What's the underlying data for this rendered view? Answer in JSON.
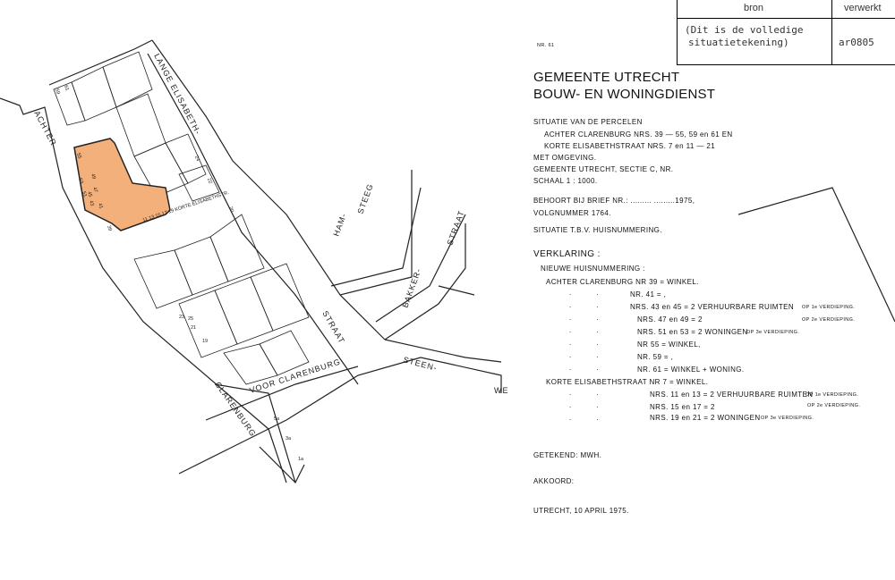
{
  "table": {
    "col_bron": "bron",
    "col_verwerkt": "verwerkt",
    "bron_note_1": "(Dit is de volledige",
    "bron_note_2": "situatietekening)",
    "verwerkt_value": "ar0805"
  },
  "legend": {
    "nr": "NR. 61",
    "org_1": "GEMEENTE UTRECHT",
    "org_2": "BOUW- EN WONINGDIENST",
    "sit_1": "SITUATIE   VAN   DE   PERCELEN",
    "sit_2": "ACHTER CLARENBURG  NRS. 39 — 55, 59 en 61 EN",
    "sit_3": "KORTE ELISABETHSTRAAT NRS. 7 en 11 — 21",
    "sit_4": "MET OMGEVING.",
    "sectie": "GEMEENTE UTRECHT, SECTIE C, NR.",
    "schaal": "SCHAAL  1 : 1000.",
    "brief": "BEHOORT BIJ BRIEF NR.: ......... .........1975,",
    "volgnummer": "VOLGNUMMER 1764.",
    "situatie_tbv": "SITUATIE T.B.V. HUISNUMMERING.",
    "verklaring": "VERKLARING :",
    "nieuwe": "NIEUWE HUISNUMMERING :",
    "row1": "ACHTER CLARENBURG  NR   39    = WINKEL.",
    "row2": "NR.   41   =   ,",
    "row3": "NRS. 43 en 45 = 2  VERHUURBARE  RUIMTEN",
    "row3_note": "OP 1e VERDIEPING.",
    "row4": "NRS. 47 en 49 = 2",
    "row4_note": "OP 2e VERDIEPING.",
    "row5": "NRS. 51 en 53 = 2 WONINGEN",
    "row5_note": "OP 3e VERDIEPING.",
    "row6": "NR   55   = WINKEL,",
    "row7": "NR.   59   =   ,",
    "row8": "NR.   61   = WINKEL + WONING.",
    "row9": "KORTE  ELISABETHSTRAAT  NR      7     = WINKEL.",
    "row10": "NRS. 11 en 13 = 2 VERHUURBARE RUIMTEN",
    "row10_note": "OP 1e VERDIEPING.",
    "row11": "NRS. 15 en 17 = 2",
    "row11_note": "OP 2e VERDIEPING.",
    "row12": "NRS. 19 en 21 = 2 WONINGEN",
    "row12_note": "OP 3e VERDIEPING.",
    "getekend": "GETEKEND:    MWH.",
    "akkoord": "AKKOORD:",
    "plaats_datum": "UTRECHT, 10 APRIL 1975."
  },
  "map": {
    "highlight_color": "#f4b07a",
    "streets": {
      "achter": "ACHTER",
      "lange_elisabeth": "LANGE ELISABETH-",
      "korte_elisabeth": "11 13 15 17 19 KORTE ELISABETHSTR.",
      "ham": "HAM-",
      "steeg": "STEEG",
      "straat": "STRAAT",
      "bakker": "BAKKER-",
      "straat2": "STRAAT",
      "voor_clarenburg": "VOOR CLARENBURG",
      "clarenburg": "CLARENBURG",
      "steen": "STEEN-",
      "we": "WE"
    },
    "numbers": {
      "n59": "59",
      "n61": "61",
      "n55": "55",
      "n53": "53",
      "n51": "51",
      "n49": "49",
      "n47": "47",
      "n45": "45",
      "n43": "43",
      "n41": "41",
      "n39": "39",
      "n24": "24",
      "n22": "22",
      "n20": "20",
      "n23": "23",
      "n25": "25",
      "n21": "21",
      "n19": "19",
      "n5a": "5a",
      "n3a": "3a",
      "n1a": "1a"
    }
  }
}
